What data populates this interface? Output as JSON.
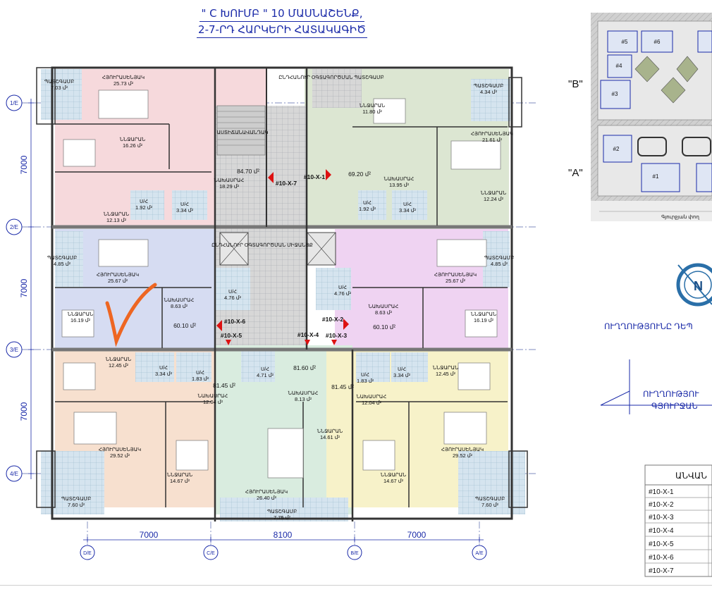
{
  "title": {
    "line1": "\" C ԽՈՒՄԲ \" 10 ՄԱՍՆԱՇԵՆՔ,",
    "line2": "2-7-ՐԴ  ՀԱՐԿԵՐԻ ՀԱՏԱԿԱԳԻԾ"
  },
  "axes": {
    "rows": [
      "1/E",
      "2/E",
      "3/E",
      "4/E"
    ],
    "cols": [
      "D/E",
      "C/E",
      "B/E",
      "A/E"
    ],
    "row_dims": [
      "7000",
      "7000",
      "7000"
    ],
    "col_dims": [
      "7000",
      "8100",
      "7000"
    ]
  },
  "colors": {
    "apt_pink": "#f6d9dc",
    "apt_green": "#dce6d2",
    "apt_blue": "#d6dcf2",
    "apt_violet": "#efd3f2",
    "apt_peach": "#f7e0cf",
    "apt_mint": "#d9ecdf",
    "apt_yellow": "#f7f2c9",
    "core": "#d7d7d7",
    "checkmark": "#ee6622",
    "marker": "#dd1111"
  },
  "rooms": [
    {
      "name": "ՀՅՈՒՐԱՍԵՆՅԱԿ",
      "area": "25.73 մ²"
    },
    {
      "name": "ՊԱՏՇԳԱՄԲ",
      "area": "7.03 մ²"
    },
    {
      "name": "ՆՆՋԱՐԱՆ",
      "area": "16.26 մ²"
    },
    {
      "name": "ՆԱԽԱՍՐԱՀ",
      "area": "18.29 մ²"
    },
    {
      "name": "Ս/Հ",
      "area": "1.92 մ²"
    },
    {
      "name": "Ս/Հ",
      "area": "3.34 մ²"
    },
    {
      "name": "ՆՆՋԱՐԱՆ",
      "area": "12.13 մ²"
    },
    {
      "name": "ԸՆԴՀԱՆՈՒՐ ՕԳՏԱԳՈՐԾՄԱՆ ՊԱՏՇԳԱՄԲ",
      "area": ""
    },
    {
      "name": "ՆՆՋԱՐԱՆ",
      "area": "11.80 մ²"
    },
    {
      "name": "ՊԱՏՇԳԱՄԲ",
      "area": "4.34 մ²"
    },
    {
      "name": "ՀՅՈՒՐԱՍԵՆՅԱԿ",
      "area": "21.61 մ²"
    },
    {
      "name": "ՆԱԽԱՍՐԱՀ",
      "area": "13.95 մ²"
    },
    {
      "name": "Ս/Հ",
      "area": "1.92 մ²"
    },
    {
      "name": "Ս/Հ",
      "area": "3.34 մ²"
    },
    {
      "name": "ՆՆՋԱՐԱՆ",
      "area": "12.24 մ²"
    },
    {
      "name": "ՊԱՏՇԳԱՄԲ",
      "area": "4.85 մ²"
    },
    {
      "name": "ՀՅՈՒՐԱՍԵՆՅԱԿ",
      "area": "25.67 մ²"
    },
    {
      "name": "ՆԱԽԱՍՐԱՀ",
      "area": "8.63 մ²"
    },
    {
      "name": "ՆՆՋԱՐԱՆ",
      "area": "16.19 մ²"
    },
    {
      "name": "Ս/Հ",
      "area": "4.76 մ²"
    },
    {
      "name": "ԸՆԴՀԱՆՈՒՐ ՕԳՏԱԳՈՐԾՄԱՆ ՄԻՋԱՆՑՔ",
      "area": ""
    },
    {
      "name": "ՀՅՈՒՐԱՍԵՆՅԱԿ",
      "area": "25.67 մ²"
    },
    {
      "name": "ՊԱՏՇԳԱՄԲ",
      "area": "4.85 մ²"
    },
    {
      "name": "Ս/Հ",
      "area": "4.76 մ²"
    },
    {
      "name": "ՆԱԽԱՍՐԱՀ",
      "area": "8.63 մ²"
    },
    {
      "name": "ՆՆՋԱՐԱՆ",
      "area": "16.19 մ²"
    },
    {
      "name": "ՆՆՋԱՐԱՆ",
      "area": "12.45 մ²"
    },
    {
      "name": "Ս/Հ",
      "area": "3.34 մ²"
    },
    {
      "name": "Ս/Հ",
      "area": "1.83 մ²"
    },
    {
      "name": "ՆԱԽԱՍՐԱՀ",
      "area": "12.04 մ²"
    },
    {
      "name": "Ս/Հ",
      "area": "4.71 մ²"
    },
    {
      "name": "ՆԱԽԱՍՐԱՀ",
      "area": "8.13 մ²"
    },
    {
      "name": "Ս/Հ",
      "area": "1.83 մ²"
    },
    {
      "name": "Ս/Հ",
      "area": "3.34 մ²"
    },
    {
      "name": "ՆՆՋԱՐԱՆ",
      "area": "12.45 մ²"
    },
    {
      "name": "ՆԱԽԱՍՐԱՀ",
      "area": "12.04 մ²"
    },
    {
      "name": "ՀՅՈՒՐԱՍԵՆՅԱԿ",
      "area": "29.52 մ²"
    },
    {
      "name": "ՆՆՋԱՐԱՆ",
      "area": "14.67 մ²"
    },
    {
      "name": "ՆՆՋԱՐԱՆ",
      "area": "14.61 մ²"
    },
    {
      "name": "ՀՅՈՒՐԱՍԵՆՅԱԿ",
      "area": "29.52 մ²"
    },
    {
      "name": "ՆՆՋԱՐԱՆ",
      "area": "14.67 մ²"
    },
    {
      "name": "ՊԱՏՇԳԱՄԲ",
      "area": "7.60 մ²"
    },
    {
      "name": "ՀՅՈՒՐԱՍԵՆՅԱԿ",
      "area": "26.40 մ²"
    },
    {
      "name": "ՊԱՏՇԳԱՄԲ",
      "area": "7.75 մ²"
    },
    {
      "name": "ՊԱՏՇԳԱՄԲ",
      "area": "7.60 մ²"
    },
    {
      "name": "ԱՍՏԻՃԱՆԱՎԱՆԴԱԿ",
      "area": ""
    }
  ],
  "apartment_totals": [
    "84.70 մ²",
    "69.20 մ²",
    "60.10 մ²",
    "60.10 մ²",
    "81.45 մ²",
    "81.60 մ²",
    "81.45 մ²"
  ],
  "apartment_codes": [
    "#10-X-7",
    "#10-X-1",
    "#10-X-6",
    "#10-X-2",
    "#10-X-5",
    "#10-X-4",
    "#10-X-3"
  ],
  "site_plan": {
    "block_b": "\"B\"",
    "block_a": "\"A\"",
    "blocks": [
      "#5",
      "#6",
      "#4",
      "#3",
      "#2",
      "#1"
    ],
    "street": "Գյուրջյան փող"
  },
  "compass": {
    "glyph": "N",
    "label": "ՈՒՂՂՈՒԹՅՈՒՆԸ ԴԵՊ"
  },
  "direction": {
    "line1": "ՈՒՂՂՈՒԹՅՈՒ",
    "line2": "ԳՅՈՒՐՋԱՆ"
  },
  "legend": {
    "header": "ԱՆՎԱՆ",
    "rows": [
      "#10-X-1",
      "#10-X-2",
      "#10-X-3",
      "#10-X-4",
      "#10-X-5",
      "#10-X-6",
      "#10-X-7"
    ]
  }
}
